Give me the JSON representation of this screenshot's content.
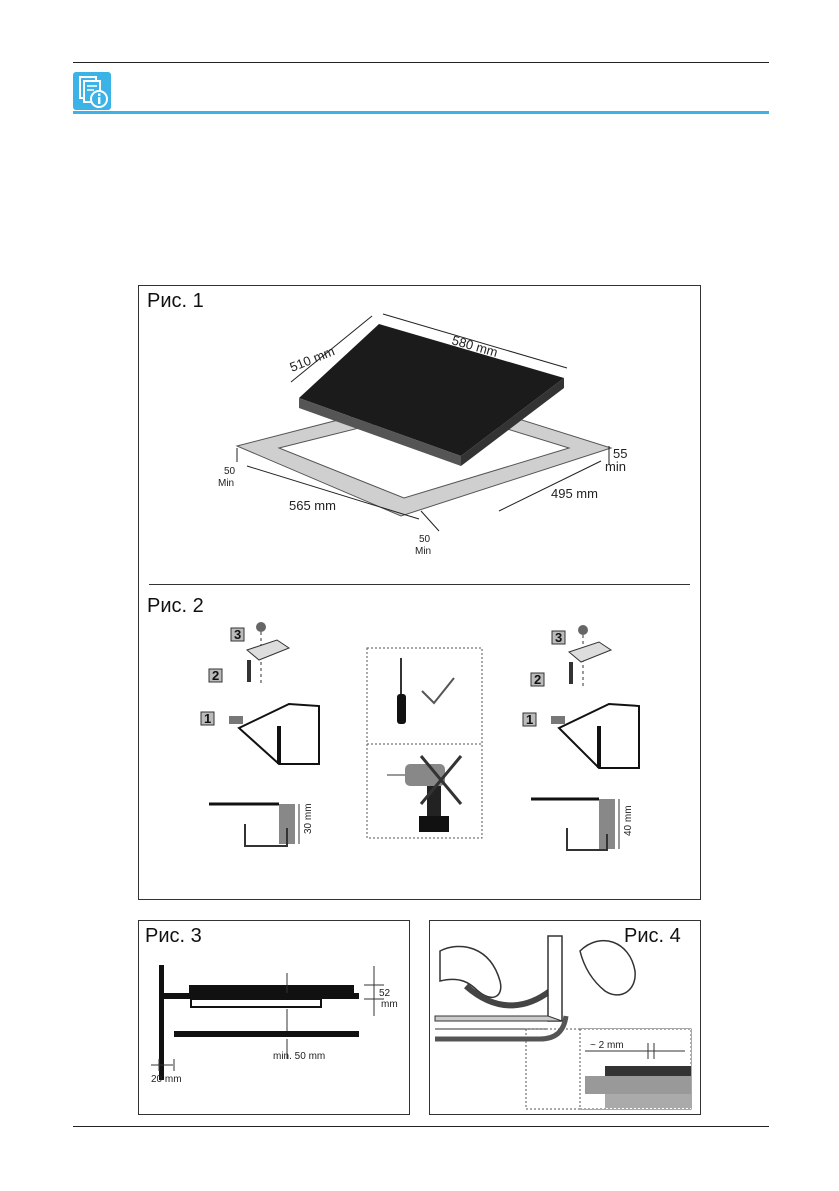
{
  "header": {
    "icon": "info-document-icon",
    "accent_color": "#3bb3e6"
  },
  "fig1": {
    "label": "Рис. 1",
    "dims": {
      "d510": "510 mm",
      "d580": "580 mm",
      "d55_top": "55",
      "d55_bot": "min",
      "d495": "495 mm",
      "d565": "565 mm",
      "d50a_top": "50",
      "d50a_bot": "Min",
      "d50b_top": "50",
      "d50b_bot": "Min"
    }
  },
  "fig2": {
    "label": "Рис. 2",
    "tags": [
      "1",
      "2",
      "3"
    ],
    "left_height": "30 mm",
    "right_height": "40 mm"
  },
  "fig3": {
    "label": "Рис. 3",
    "d52_top": "52",
    "d52_bot": "mm",
    "min50": "min. 50 mm",
    "d20": "20 mm"
  },
  "fig4": {
    "label": "Рис. 4",
    "gap": "~ 2 mm"
  }
}
